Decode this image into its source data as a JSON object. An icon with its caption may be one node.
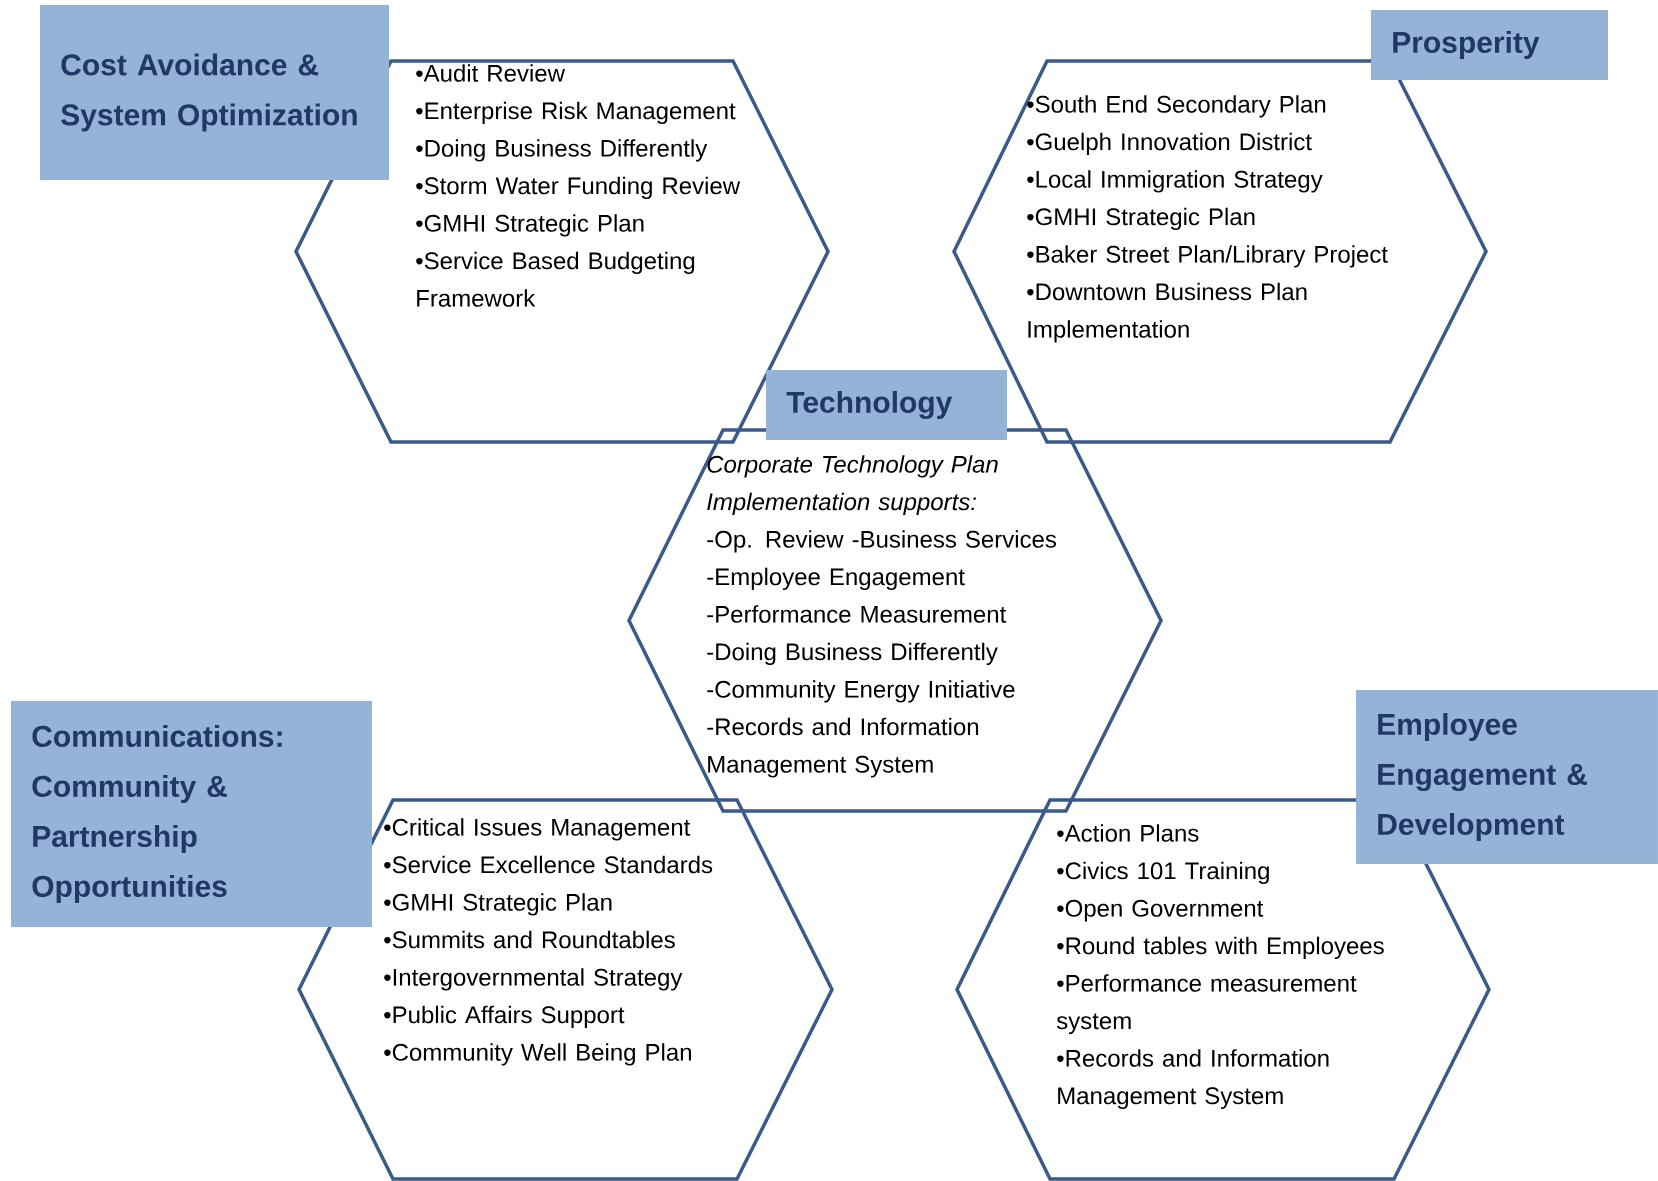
{
  "diagram": {
    "nodes": [
      {
        "text": [
          "Cost Avoidance & System Optimization"
        ]
      },
      {
        "text": [
          "•Audit Review",
          "•Enterprise Risk Management",
          "•Doing Business Differently",
          "•Storm Water Funding Review",
          "•GMHI Strategic Plan",
          "•Service Based Budgeting Framework"
        ]
      },
      {
        "text": [
          "Prosperity"
        ]
      },
      {
        "text": [
          "•South End Secondary Plan",
          "•Guelph Innovation District",
          "•Local Immigration Strategy",
          "•GMHI Strategic Plan",
          "•Baker Street Plan/Library Project",
          "•Downtown Business Plan Implementation"
        ]
      },
      {
        "text": [
          "Technology"
        ]
      },
      {
        "text": [
          "Corporate Technology Plan Implementation supports:",
          "-Op. Review -Business Services",
          "-Employee Engagement",
          "-Performance Measurement",
          "-Doing Business Differently",
          "-Community Energy Initiative",
          "-Records and Information Management System"
        ]
      },
      {
        "text": [
          "Communications: Community & Partnership Opportunities"
        ]
      },
      {
        "text": [
          "•Critical Issues Management",
          "•Service Excellence Standards",
          "•GMHI Strategic Plan",
          "•Summits and Roundtables",
          "•Intergovernmental Strategy",
          "•Public Affairs Support",
          "•Community Well Being Plan"
        ]
      },
      {
        "text": [
          "Employee Engagement & Development"
        ]
      },
      {
        "text": [
          "•Action Plans",
          "•Civics 101 Training",
          "•Open Government",
          "•Round tables with Employees",
          "•Performance measurement system",
          "•Records and Information Management System"
        ]
      }
    ]
  }
}
